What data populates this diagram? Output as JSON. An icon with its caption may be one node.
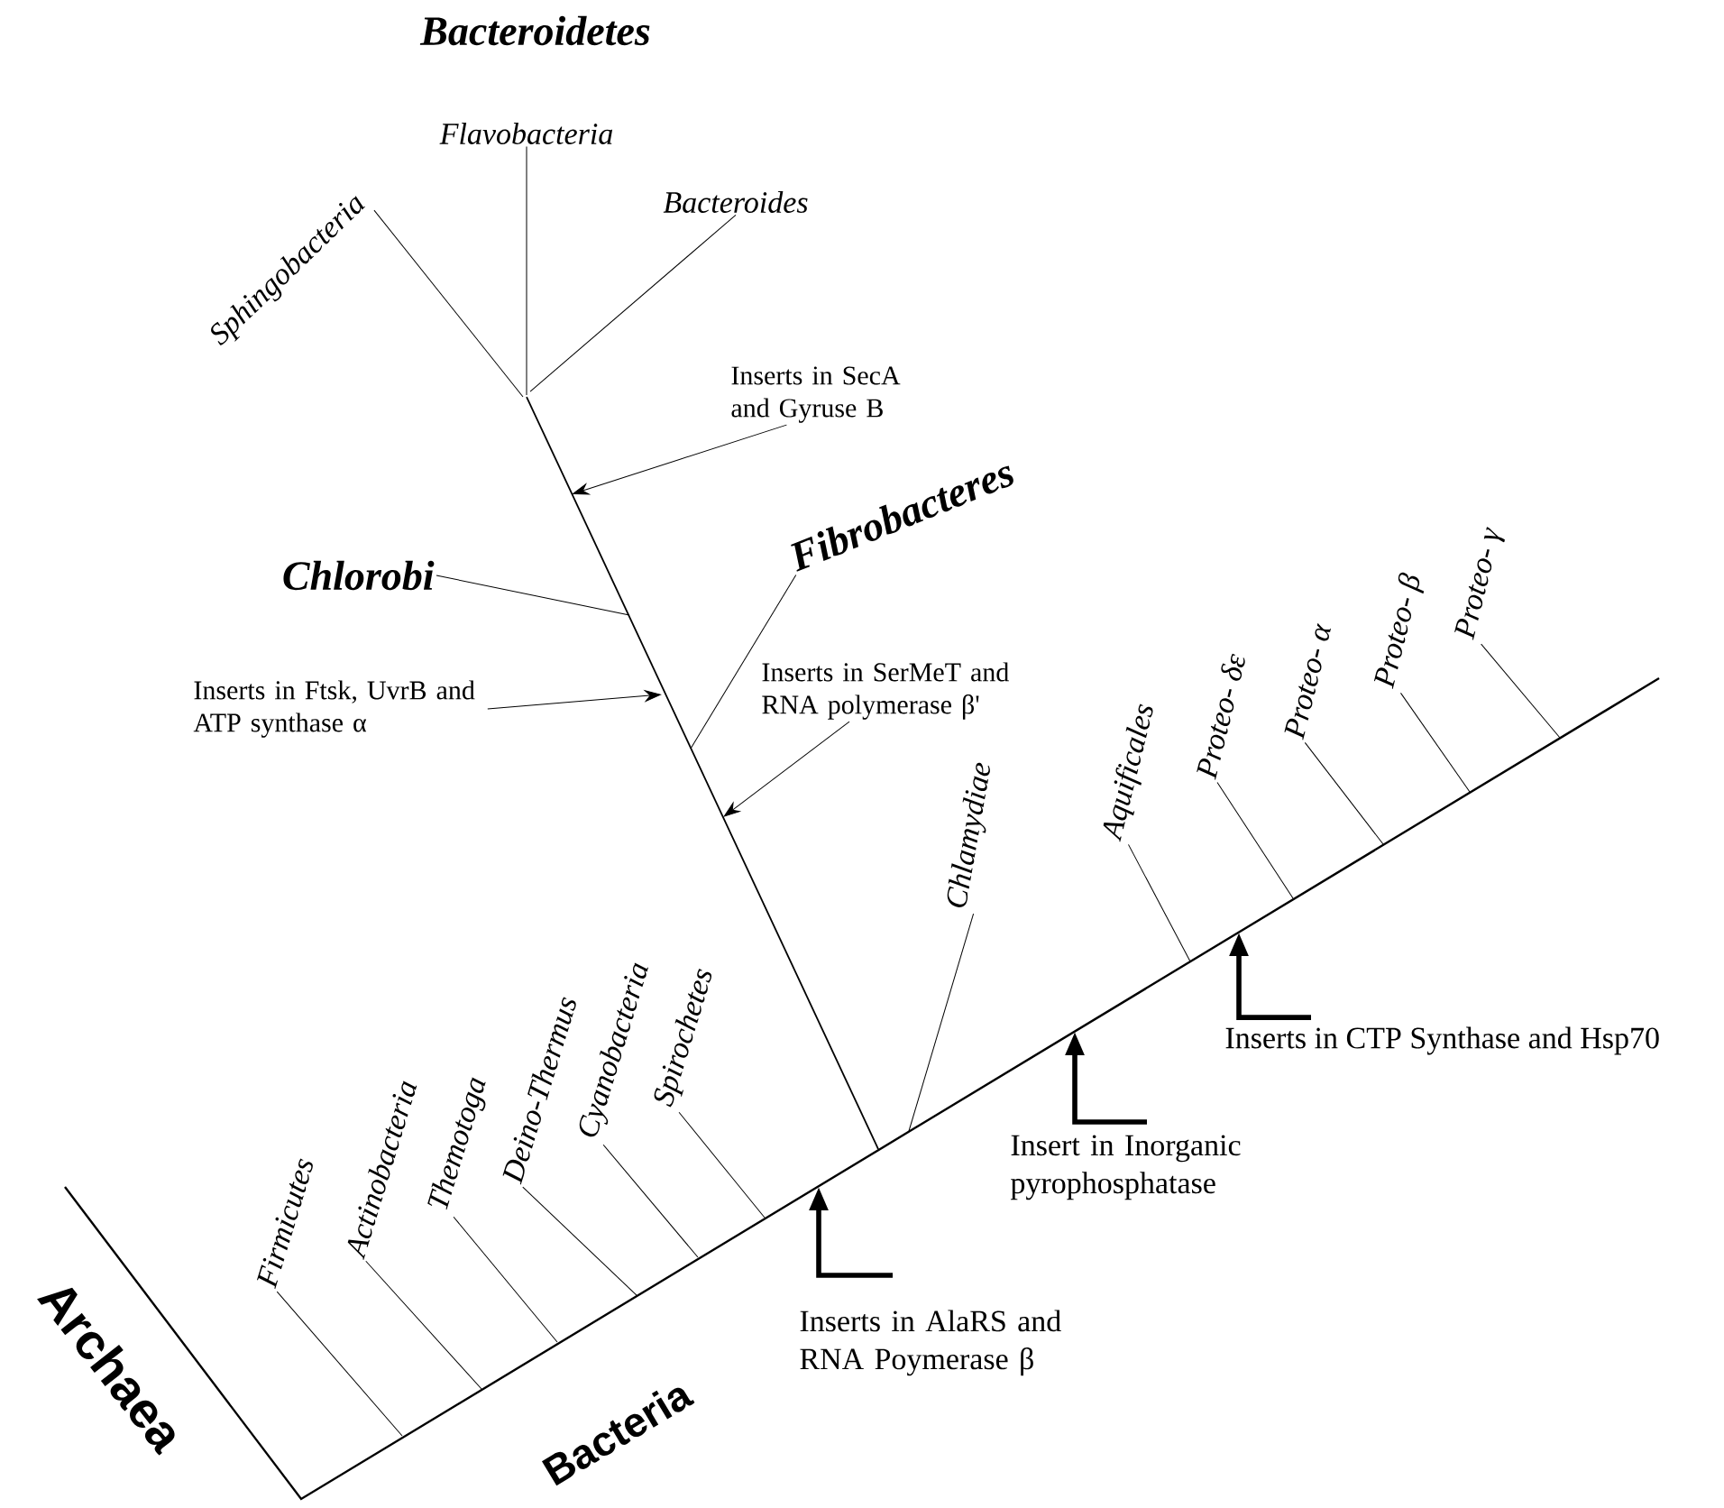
{
  "diagram": {
    "nodes": [
      {
        "text": [
          "Flavobacteria"
        ]
      },
      {
        "text": [
          "Sphingobacteria"
        ]
      },
      {
        "text": [
          "Bacteroides"
        ]
      },
      {
        "text": [
          "Inserts in SecA and Gyruse B"
        ]
      },
      {
        "text": [
          "Fibrobacteres"
        ]
      },
      {
        "text": [
          "Chlorobi"
        ]
      },
      {
        "text": [
          "Inserts in Ftsk, UvrB and ATP synthase α"
        ]
      },
      {
        "text": [
          "Inserts in SerMeT and RNA polymerase β'"
        ]
      },
      {
        "text": [
          "Chlamydiae"
        ]
      },
      {
        "text": [
          "Aquificales"
        ]
      },
      {
        "text": [
          "Proteo- δε"
        ]
      },
      {
        "text": [
          "Proteo- α"
        ]
      },
      {
        "text": [
          "Proteo- β"
        ]
      },
      {
        "text": [
          "Proteo- γ"
        ]
      },
      {
        "text": [
          "Firmicutes"
        ]
      },
      {
        "text": [
          "Actinobacteria"
        ]
      },
      {
        "text": [
          "Themotoga"
        ]
      },
      {
        "text": [
          "Deino-Thermus"
        ]
      },
      {
        "text": [
          "Cyanobacteria"
        ]
      },
      {
        "text": [
          "Spirochetes"
        ]
      },
      {
        "text": [
          "Inserts in AlaRS and RNA Poymerase β"
        ]
      },
      {
        "text": [
          "Insert in Inorganic pyrophosphatase"
        ]
      },
      {
        "text": [
          "Inserts in CTP Synthase and Hsp70"
        ]
      }
    ],
    "edges": [
      {
        "from": 0,
        "to": null,
        "arrow": "none"
      },
      {
        "from": 1,
        "to": null,
        "arrow": "none"
      },
      {
        "from": 2,
        "to": null,
        "arrow": "none"
      },
      {
        "from": 3,
        "to": null,
        "arrow": "to"
      },
      {
        "from": 4,
        "to": null,
        "arrow": "none"
      },
      {
        "from": 5,
        "to": null,
        "arrow": "none"
      },
      {
        "from": 6,
        "to": null,
        "arrow": "to"
      },
      {
        "from": 7,
        "to": null,
        "arrow": "to"
      },
      {
        "from": 8,
        "to": null,
        "arrow": "none"
      },
      {
        "from": 9,
        "to": null,
        "arrow": "none"
      },
      {
        "from": 10,
        "to": null,
        "arrow": "none"
      },
      {
        "from": 11,
        "to": null,
        "arrow": "none"
      },
      {
        "from": 12,
        "to": null,
        "arrow": "none"
      },
      {
        "from": 13,
        "to": null,
        "arrow": "none"
      },
      {
        "from": 14,
        "to": null,
        "arrow": "none"
      },
      {
        "from": 15,
        "to": null,
        "arrow": "none"
      },
      {
        "from": 16,
        "to": null,
        "arrow": "none"
      },
      {
        "from": 17,
        "to": null,
        "arrow": "none"
      },
      {
        "from": 18,
        "to": null,
        "arrow": "none"
      },
      {
        "from": 19,
        "to": null,
        "arrow": "none"
      },
      {
        "from": 20,
        "to": null,
        "arrow": "to",
        "style": "thick"
      },
      {
        "from": 21,
        "to": null,
        "arrow": "to",
        "style": "thick"
      },
      {
        "from": 22,
        "to": null,
        "arrow": "to",
        "style": "thick"
      }
    ],
    "labels": [
      "Bacteroidetes",
      "Archaea",
      "Bacteria"
    ]
  }
}
